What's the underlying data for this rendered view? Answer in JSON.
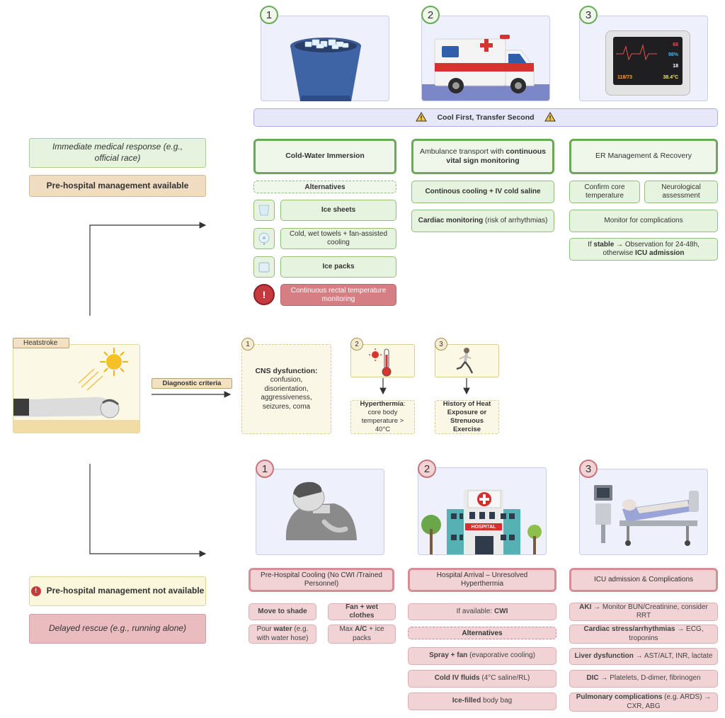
{
  "top": {
    "steps": [
      "1",
      "2",
      "3"
    ],
    "monitor": {
      "hr": "68",
      "spo2": "98%",
      "resp": "18",
      "bp": "118/73",
      "temp": "38.4°C"
    },
    "banner": "Cool First, Transfer Second",
    "col1": {
      "title": "Cold-Water Immersion",
      "alternatives": "Alternatives",
      "items": [
        "Ice sheets",
        "Cold, wet towels + fan-assisted cooling",
        "Ice packs"
      ],
      "warning": "Continuous rectal temperature monitoring",
      "warning_mark": "!"
    },
    "col2": {
      "title_plain": "Ambulance transport with ",
      "title_bold": "continuous vital sign monitoring",
      "item1": "Continous cooling + IV cold saline",
      "item2_bold": "Cardiac monitoring",
      "item2_plain": " (risk of arrhythmias)"
    },
    "col3": {
      "title": "ER Management & Recovery",
      "item_a": "Confirm core temperature",
      "item_b": "Neurological assessment",
      "item_c": "Monitor for complications",
      "item_d_1": "If ",
      "item_d_2": "stable",
      "item_d_3": " → Observation for 24-48h, otherwise ",
      "item_d_4": "ICU admission"
    }
  },
  "left": {
    "immediate": "Immediate medical response (e.g., official race)",
    "available": "Pre-hospital management available",
    "not_available": "Pre-hospital management not available",
    "not_available_mark": "!",
    "delayed": "Delayed rescue (e.g., running alone)"
  },
  "middle": {
    "heatstroke": "Heatstroke",
    "diagnostic": "Diagnostic criteria",
    "steps": [
      "1",
      "2",
      "3"
    ],
    "cns_title": "CNS dysfunction:",
    "cns_items": "confusion, disorientation, aggressiveness, seizures, coma",
    "hyper_bold": "Hyperthermia",
    "hyper_plain": ": core body temperature > 40°C",
    "history": "History of Heat Exposure or Strenuous Exercise"
  },
  "bottom": {
    "steps": [
      "1",
      "2",
      "3"
    ],
    "hospital_sign": "HOSPITAL",
    "col1": {
      "title": "Pre-Hospital Cooling (No CWI /Trained Personnel)",
      "shade": "Move to shade",
      "fan": "Fan + wet clothes",
      "water_1": "Pour ",
      "water_2": "water",
      "water_3": " (e.g. with water hose)",
      "ac_1": "Max ",
      "ac_2": "A/C",
      "ac_3": " + ice packs"
    },
    "col2": {
      "title": "Hospital Arrival – Unresolved Hyperthermia",
      "cwi_plain": "If available: ",
      "cwi_bold": "CWI",
      "alternatives": "Alternatives",
      "spray_bold": "Spray + fan",
      "spray_plain": " (evaporative cooling)",
      "iv_bold": "Cold IV fluids",
      "iv_plain": " (4°C saline/RL)",
      "bag_bold": "Ice-filled",
      "bag_plain": " body bag"
    },
    "col3": {
      "title": "ICU admission & Complications",
      "aki_bold": "AKI",
      "aki_plain": " → Monitor BUN/Creatinine, consider RRT",
      "cardiac_bold": "Cardiac stress/arrhythmias",
      "cardiac_plain": " → ECG, troponins",
      "liver_bold": "Liver dysfunction",
      "liver_plain": " → AST/ALT, INR, lactate",
      "dic_bold": "DIC",
      "dic_plain": " → Platelets, D-dimer, fibrinogen",
      "pulm_bold": "Pulmonary complications",
      "pulm_plain": " (e.g. ARDS) → CXR, ABG"
    }
  }
}
